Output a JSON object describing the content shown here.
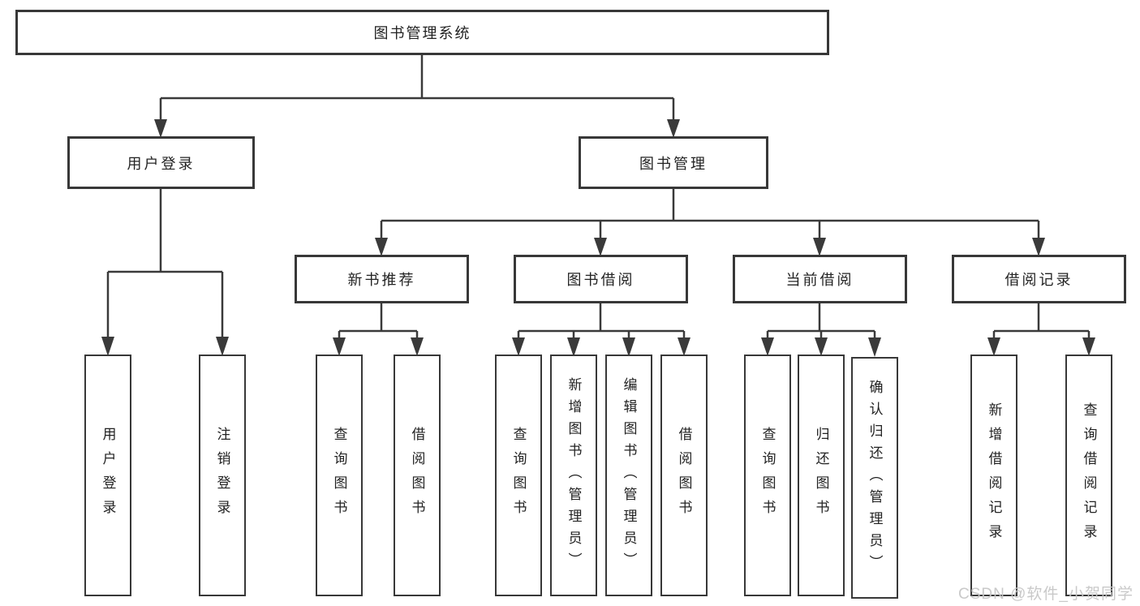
{
  "tree": {
    "root": {
      "label": "图书管理系统"
    },
    "branches": [
      {
        "label": "用户登录",
        "children": [
          {
            "label": "用户登录"
          },
          {
            "label": "注销登录"
          }
        ]
      },
      {
        "label": "图书管理",
        "children": [
          {
            "label": "新书推荐",
            "children": [
              {
                "label": "查询图书"
              },
              {
                "label": "借阅图书"
              }
            ]
          },
          {
            "label": "图书借阅",
            "children": [
              {
                "label": "查询图书"
              },
              {
                "label": "新增图书（管理员）"
              },
              {
                "label": "编辑图书（管理员）"
              },
              {
                "label": "借阅图书"
              }
            ]
          },
          {
            "label": "当前借阅",
            "children": [
              {
                "label": "查询图书"
              },
              {
                "label": "归还图书"
              },
              {
                "label": "确认归还（管理员）"
              }
            ]
          },
          {
            "label": "借阅记录",
            "children": [
              {
                "label": "新增借阅记录"
              },
              {
                "label": "查询借阅记录"
              }
            ]
          }
        ]
      }
    ]
  },
  "watermark": "CSDN @软件_小贺同学",
  "colors": {
    "line": "#3a3a3a",
    "border": "#383838",
    "text": "#232323",
    "background": "#ffffff",
    "watermark": "#c6c6c6"
  }
}
